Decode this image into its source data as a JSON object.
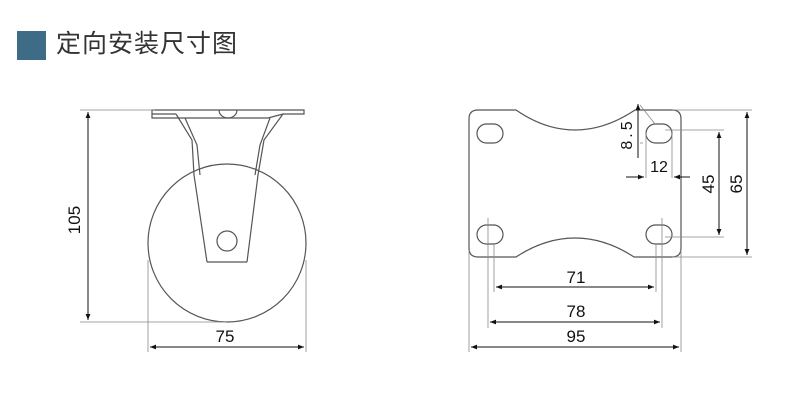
{
  "header": {
    "title": "定向安装尺寸图",
    "accent_color": "#3e6c87"
  },
  "colors": {
    "outline": "#555555",
    "dimension": "#111111",
    "extension": "#888888"
  },
  "dimensions": {
    "side_view": {
      "height": "105",
      "wheel_width": "75"
    },
    "top_plate": {
      "slot_offset": "8.5",
      "slot_edge": "12",
      "hole_spacing_short": "45",
      "plate_length": "65",
      "hole_spacing_long": "71",
      "outer_hole_span": "78",
      "plate_width": "95"
    }
  }
}
